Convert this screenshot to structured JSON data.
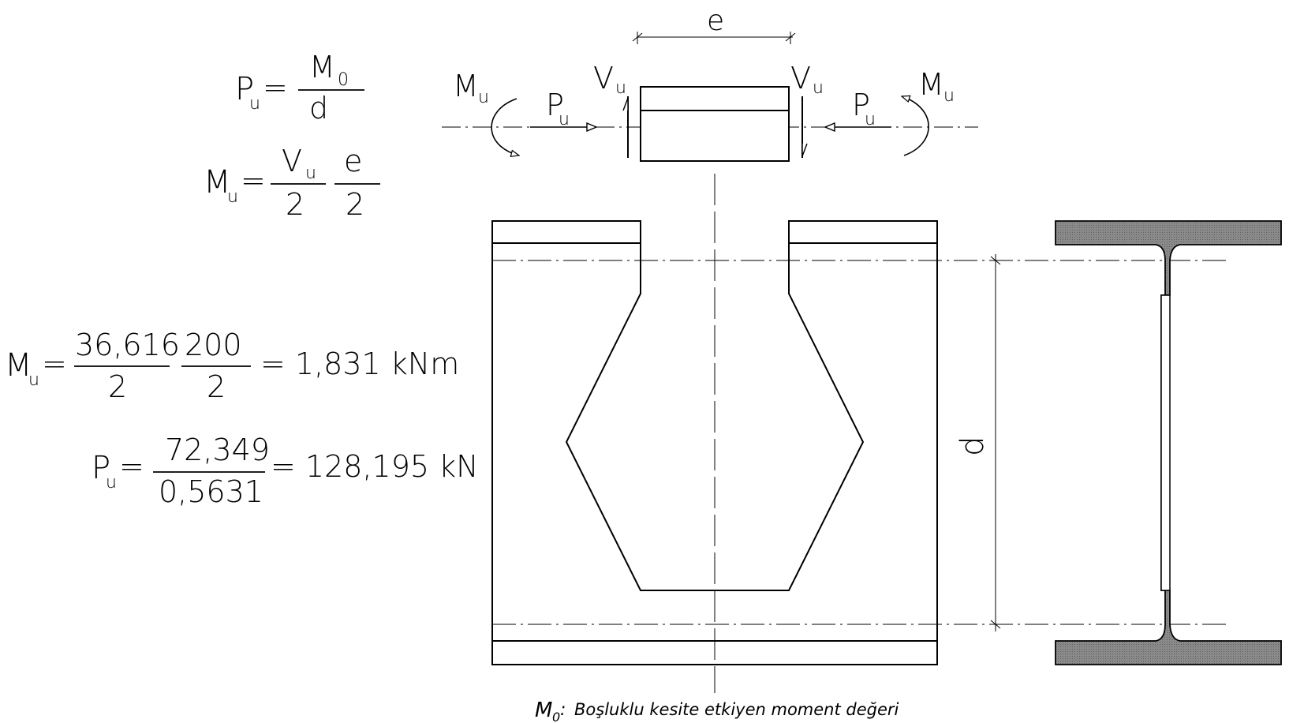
{
  "formulas": {
    "pu_general": {
      "lhs": "P",
      "lhs_sub": "u",
      "eq": "=",
      "num": "M",
      "num_sub": "0",
      "den": "d"
    },
    "mu_general": {
      "lhs": "M",
      "lhs_sub": "u",
      "eq": "=",
      "num1": "V",
      "num1_sub": "u",
      "den1": "2",
      "num2": "e",
      "den2": "2"
    },
    "mu_numeric": {
      "lhs": "M",
      "lhs_sub": "u",
      "eq": "=",
      "num1": "36,616",
      "den1": "2",
      "num2": "200",
      "den2": "2",
      "result": "= 1,831 kNm"
    },
    "pu_numeric": {
      "lhs": "P",
      "lhs_sub": "u",
      "eq": "=",
      "num": "72,349",
      "den": "0,5631",
      "result": "= 128,195 kN"
    }
  },
  "free_body": {
    "dimension_label": "e",
    "left": {
      "moment": "M",
      "moment_sub": "u",
      "shear": "V",
      "shear_sub": "u",
      "axial": "P",
      "axial_sub": "u"
    },
    "right": {
      "moment": "M",
      "moment_sub": "u",
      "shear": "V",
      "shear_sub": "u",
      "axial": "P",
      "axial_sub": "u"
    }
  },
  "section": {
    "depth_label": "d"
  },
  "caption": {
    "symbol": "M",
    "symbol_sub": "0",
    "colon": ":",
    "text": "Boşluklu kesite etkiyen moment değeri"
  },
  "colors": {
    "line": "#000000",
    "steel_fill": "#7a7a7a"
  }
}
